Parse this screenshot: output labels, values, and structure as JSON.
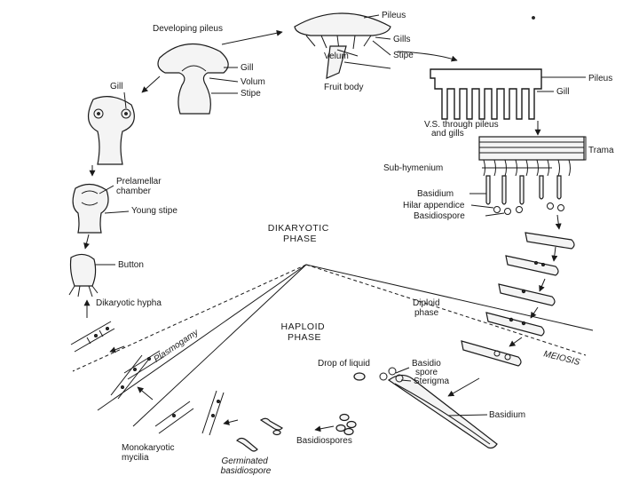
{
  "labels": {
    "developing_pileus": "Developing pileus",
    "pileus_top": "Pileus",
    "velum_top": "Velum",
    "gills_top": "Gills",
    "stipe_top": "Stipe",
    "fruit_body": "Fruit body",
    "gill_dev": "Gill",
    "volum_dev": "Volum",
    "stipe_dev": "Stipe",
    "gill_left": "Gill",
    "prelamellar_chamber": "Prelamellar\nchamber",
    "young_stipe": "Young stipe",
    "button": "Button",
    "dikaryotic_hypha": "Dikaryotic hypha",
    "plasmogamy": "Plasmogamy",
    "pileus_right": "Pileus",
    "gill_right": "Gill",
    "vs_through": "V.S. through pileus\nand gills",
    "trama": "Trama",
    "sub_hymenium": "Sub-hymenium",
    "basidium_right": "Basidium",
    "hilar_appendice": "Hilar appendice",
    "basidiospore_right": "Basidiospore",
    "diploid_phase": "Diploid\nphase",
    "meiosis": "MEIOSIS",
    "drop_of_liquid": "Drop of liquid",
    "basidio_spore": "Basidio\nspore",
    "sterigma": "Sterigma",
    "basidium_bottom": "Basidium",
    "basidiospores": "Basidiospores",
    "monokaryotic_mycilia": "Monokaryotic\nmycilia",
    "germinated_basidiospore": "Germinated\nbasidiospore"
  },
  "phases": {
    "dikaryotic": "DIKARYOTIC\nPHASE",
    "haploid": "HAPLOID\nPHASE"
  },
  "colors": {
    "ink": "#1a1a1a",
    "background": "#ffffff",
    "shade": "#f4f4f4"
  }
}
